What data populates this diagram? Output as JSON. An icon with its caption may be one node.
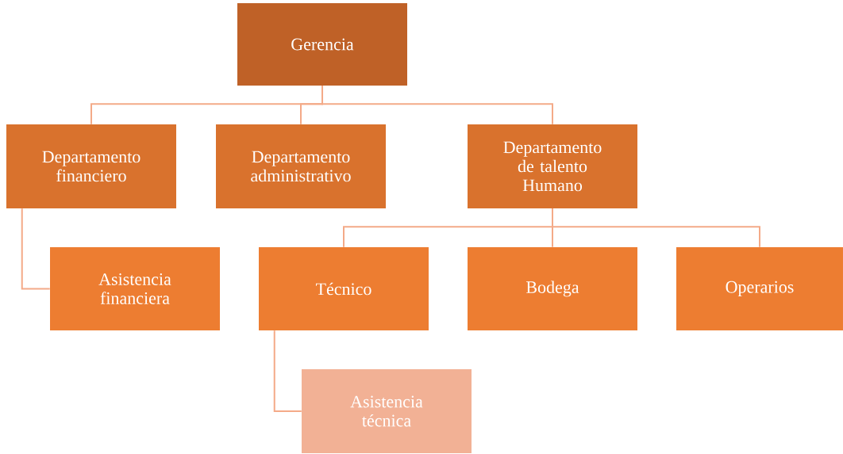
{
  "diagram": {
    "nodes": [
      {
        "text": [
          "Gerencia"
        ]
      },
      {
        "text": [
          "Departamento financiero"
        ]
      },
      {
        "text": [
          "Departamento administrativo"
        ]
      },
      {
        "text": [
          "Departamento de talento Humano"
        ]
      },
      {
        "text": [
          "Asistencia financiera"
        ]
      },
      {
        "text": [
          "Técnico"
        ]
      },
      {
        "text": [
          "Bodega"
        ]
      },
      {
        "text": [
          "Operarios"
        ]
      },
      {
        "text": [
          "Asistencia técnica"
        ]
      }
    ],
    "edges": [
      {
        "from": 0,
        "to": 1,
        "arrow": "none"
      },
      {
        "from": 0,
        "to": 2,
        "arrow": "none"
      },
      {
        "from": 0,
        "to": 3,
        "arrow": "none"
      },
      {
        "from": 1,
        "to": 4,
        "arrow": "none"
      },
      {
        "from": 3,
        "to": 5,
        "arrow": "none"
      },
      {
        "from": 3,
        "to": 6,
        "arrow": "none"
      },
      {
        "from": 3,
        "to": 7,
        "arrow": "none"
      },
      {
        "from": 5,
        "to": 8,
        "arrow": "none"
      }
    ]
  }
}
